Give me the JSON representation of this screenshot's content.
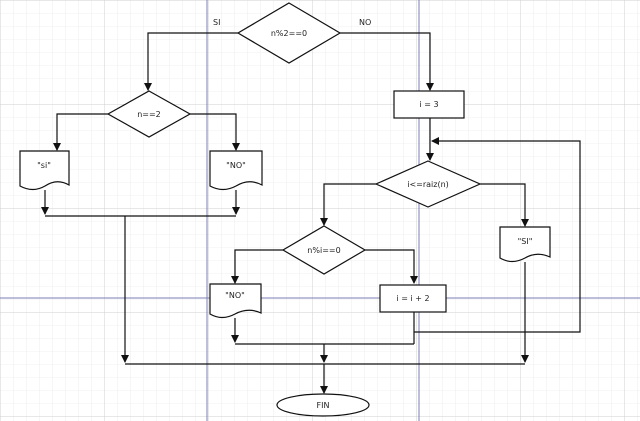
{
  "diagram": {
    "nodes": {
      "cond_main": "n%2==0",
      "cond_eq2": "n==2",
      "out_si_left": "\"si\"",
      "out_no_left": "\"NO\"",
      "init_i": "i = 3",
      "cond_loop": "i<=raiz(n)",
      "cond_mod": "n%i==0",
      "out_no_mid": "\"NO\"",
      "incr_i": "i = i + 2",
      "out_si_right": "\"SI\"",
      "end": "FIN"
    },
    "edge_labels": {
      "yes": "SI",
      "no": "NO"
    }
  }
}
